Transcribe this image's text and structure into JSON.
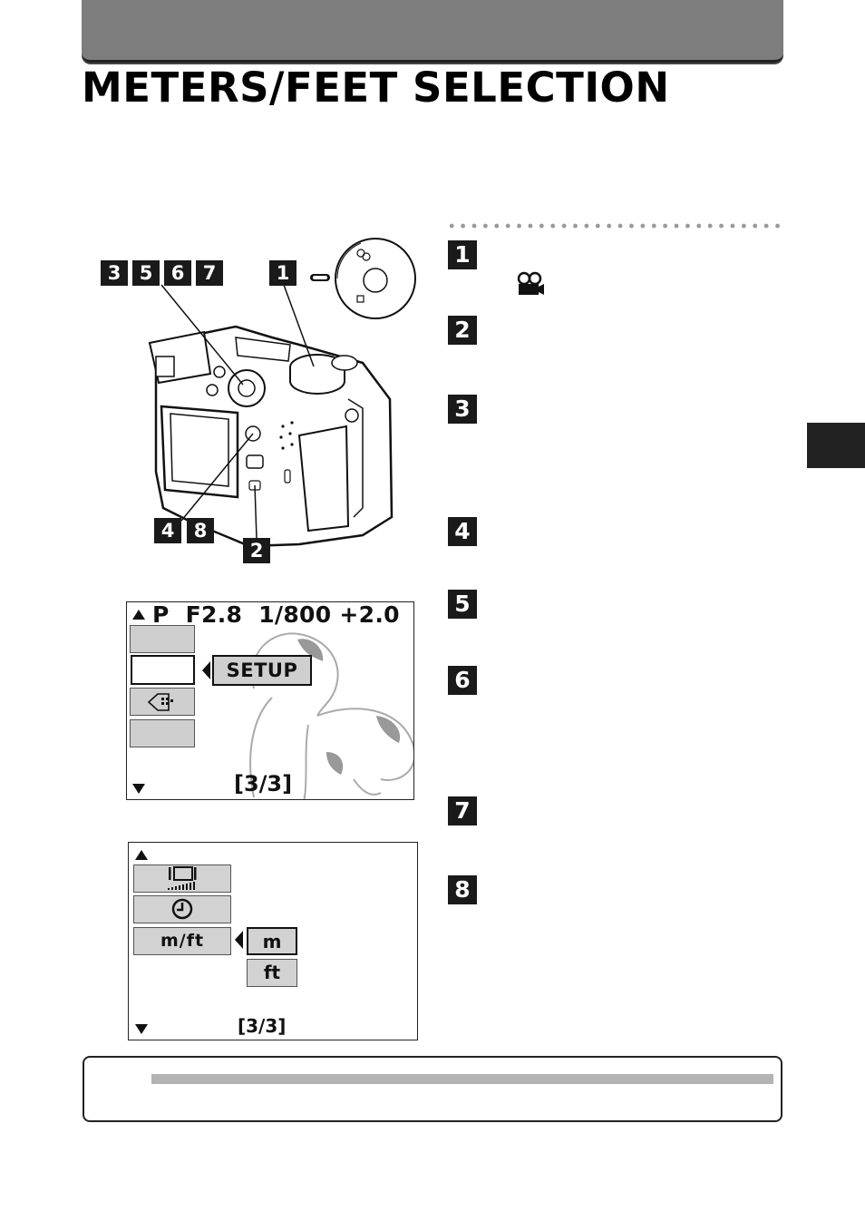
{
  "page": {
    "title": "METERS/FEET SELECTION"
  },
  "steps": [
    {
      "num": "1"
    },
    {
      "num": "2"
    },
    {
      "num": "3"
    },
    {
      "num": "4"
    },
    {
      "num": "5"
    },
    {
      "num": "6"
    },
    {
      "num": "7"
    },
    {
      "num": "8"
    }
  ],
  "callouts": {
    "group_top": [
      "3",
      "5",
      "6",
      "7"
    ],
    "mode_dial": "1",
    "group_bottom": [
      "4",
      "8"
    ],
    "monitor_button": "2"
  },
  "screen1": {
    "status": "P  F2.8  1/800 +2.0",
    "setup_label": "SETUP",
    "page_indicator": "[3/3]"
  },
  "screen2": {
    "mft_label": "m/ft",
    "options": [
      "m",
      "ft"
    ],
    "selected_option": "m",
    "page_indicator": "[3/3]"
  },
  "icons": {
    "movie": "movie-camera-icon",
    "brightness": "monitor-brightness-icon",
    "clock": "clock-icon",
    "card": "card-setup-icon"
  },
  "colors": {
    "header": "#7d7d7d",
    "step_box": "#1a1a1a",
    "menu_fill": "#d2d2d2",
    "note_bar": "#b4b4b4"
  }
}
